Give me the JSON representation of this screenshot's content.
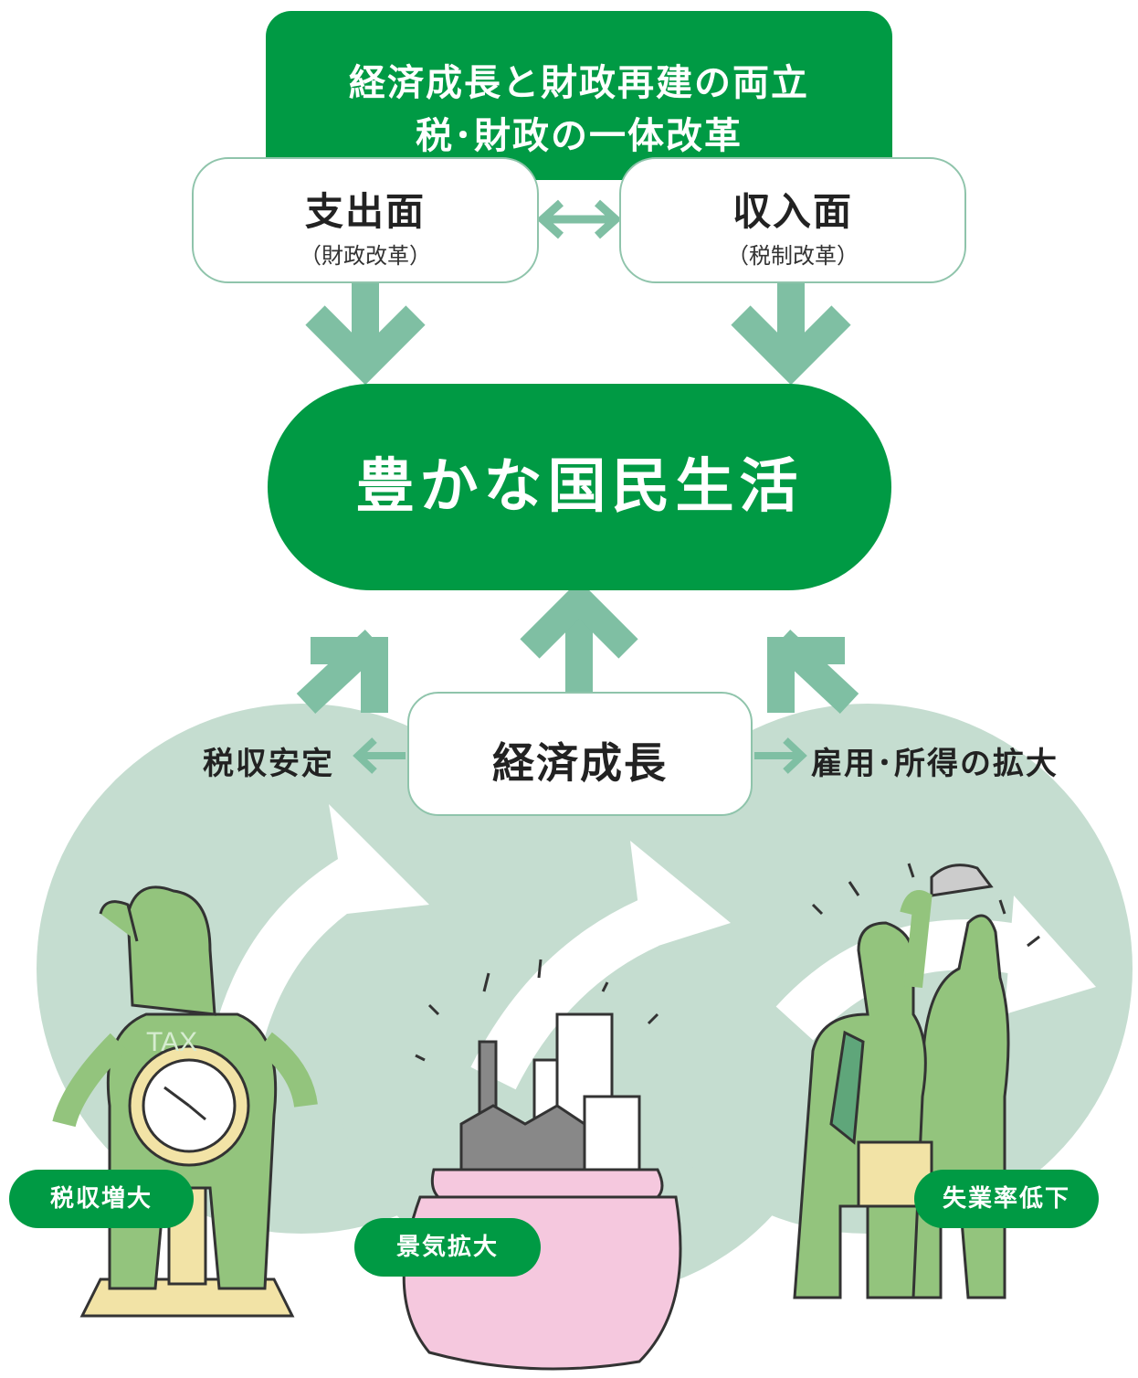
{
  "top_banner": {
    "line1": "経済成長と財政再建の両立",
    "line2": "税･財政の一体改革"
  },
  "expense_box": {
    "title": "支出面",
    "subtitle": "（財政改革）"
  },
  "revenue_box": {
    "title": "収入面",
    "subtitle": "（税制改革）"
  },
  "center_goal": "豊かな国民生活",
  "growth_box": "経済成長",
  "side_labels": {
    "left": "税収安定",
    "right": "雇用･所得の拡大"
  },
  "badges": {
    "left": "税収増大",
    "center": "景気拡大",
    "right": "失業率低下"
  },
  "illustration": {
    "tax_figure_shirt_text": "TAX",
    "colors": {
      "brand_green": "#009a44",
      "arrow_green": "#7fbfa3",
      "cycle_green": "#c5ddd0",
      "character_green": "#93c47d",
      "purse_pink": "#f5c8de",
      "scale_yellow": "#f2e3a6"
    }
  }
}
